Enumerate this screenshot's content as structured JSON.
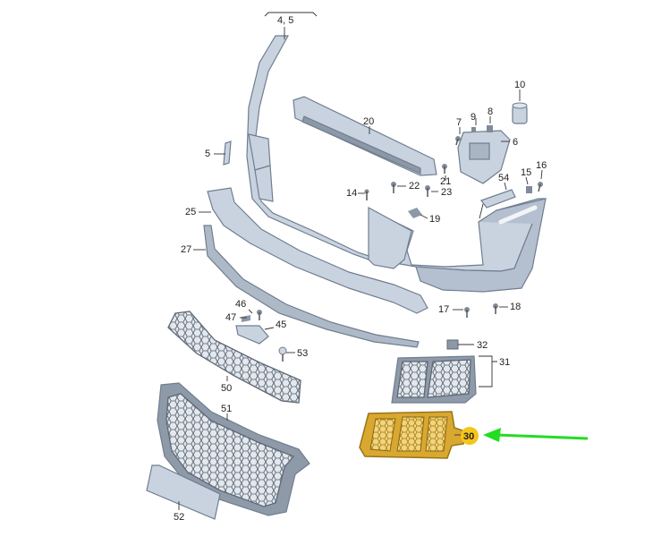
{
  "diagram": {
    "callouts": [
      {
        "id": "c45",
        "label": "4, 5"
      },
      {
        "id": "c20",
        "label": "20"
      },
      {
        "id": "c10",
        "label": "10"
      },
      {
        "id": "c7",
        "label": "7"
      },
      {
        "id": "c9",
        "label": "9"
      },
      {
        "id": "c8",
        "label": "8"
      },
      {
        "id": "c6",
        "label": "6"
      },
      {
        "id": "c5",
        "label": "5"
      },
      {
        "id": "c21",
        "label": "21"
      },
      {
        "id": "c54",
        "label": "54"
      },
      {
        "id": "c15",
        "label": "15"
      },
      {
        "id": "c16",
        "label": "16"
      },
      {
        "id": "c14",
        "label": "14"
      },
      {
        "id": "c22",
        "label": "22"
      },
      {
        "id": "c23",
        "label": "23"
      },
      {
        "id": "c25",
        "label": "25"
      },
      {
        "id": "c19",
        "label": "19"
      },
      {
        "id": "c27",
        "label": "27"
      },
      {
        "id": "c46",
        "label": "46"
      },
      {
        "id": "c47",
        "label": "47"
      },
      {
        "id": "c45b",
        "label": "45"
      },
      {
        "id": "c17",
        "label": "17"
      },
      {
        "id": "c18",
        "label": "18"
      },
      {
        "id": "c53",
        "label": "53"
      },
      {
        "id": "c32",
        "label": "32"
      },
      {
        "id": "c31",
        "label": "31"
      },
      {
        "id": "c50",
        "label": "50"
      },
      {
        "id": "c51",
        "label": "51"
      },
      {
        "id": "c30",
        "label": "30"
      },
      {
        "id": "c52",
        "label": "52"
      }
    ],
    "highlight": {
      "label": "30",
      "color": "#f5c518",
      "arrow_color": "#22dd22"
    },
    "colors": {
      "part_fill": "#c9d3e0",
      "part_stroke": "#6f7e90",
      "mesh": "#5d6876",
      "highlight_part": "#e8b930"
    }
  }
}
